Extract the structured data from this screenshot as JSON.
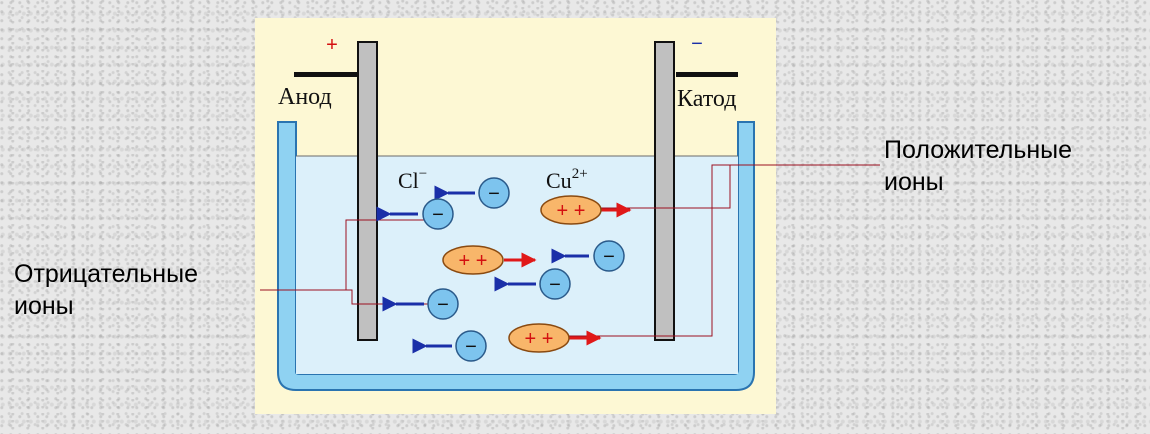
{
  "diagram": {
    "anode": {
      "label": "Анод",
      "sign": "+"
    },
    "cathode": {
      "label": "Катод",
      "sign": "−"
    },
    "ion_chloride": {
      "symbol": "Cl",
      "charge": "−"
    },
    "ion_copper": {
      "symbol": "Cu",
      "charge": "2+"
    },
    "negative_ion_sign": "−",
    "positive_ion_sign": "+ +",
    "label_negative": {
      "line1": "Отрицательные",
      "line2": "ионы"
    },
    "label_positive": {
      "line1": "Положительные",
      "line2": "ионы"
    }
  },
  "colors": {
    "panel": "#fdf8d4",
    "vessel": "#8fd2f2",
    "vessel_outline": "#2a74b0",
    "electrolyte": "#dcf0fa",
    "electrode": "#c0c0c0",
    "negative_ion": "#7dc4ee",
    "positive_ion": "#f8b66a",
    "arrow_negative": "#1a2fa8",
    "arrow_positive": "#e01818",
    "leader_line": "#9c1020"
  }
}
